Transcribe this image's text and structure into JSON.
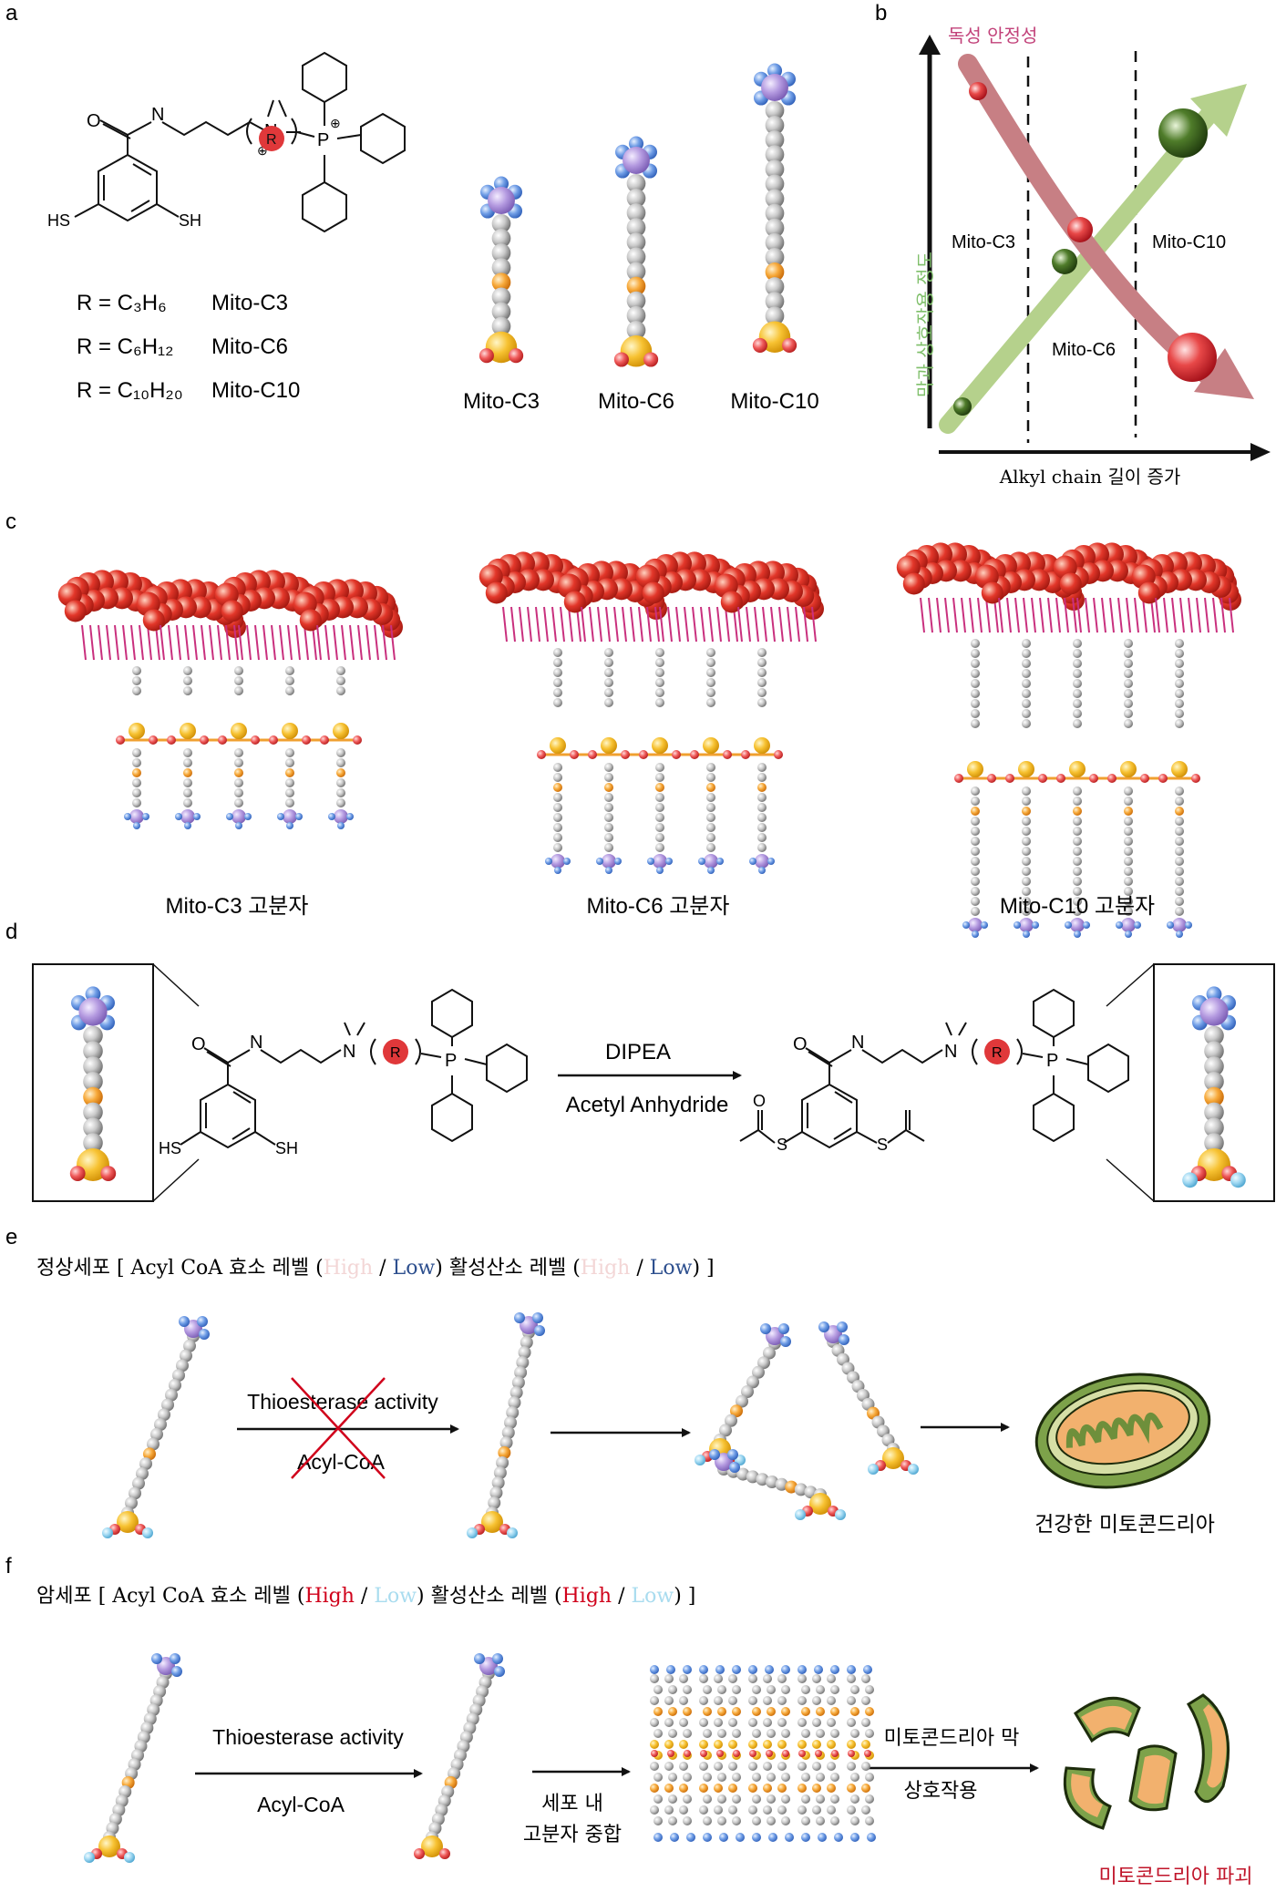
{
  "panels": {
    "a": "a",
    "b": "b",
    "c": "c",
    "d": "d",
    "e": "e",
    "f": "f"
  },
  "panel_a": {
    "substituents": {
      "ho": "O",
      "n": "N",
      "hs_left": "HS",
      "sh_right": "SH",
      "r": "R",
      "p": "P",
      "plus": "⊕"
    },
    "r_rows": [
      {
        "formula": "R = C₃H₆",
        "name": "Mito-C3"
      },
      {
        "formula": "R = C₆H₁₂",
        "name": "Mito-C6"
      },
      {
        "formula": "R = C₁₀H₂₀",
        "name": "Mito-C10"
      }
    ],
    "model_labels": [
      "Mito-C3",
      "Mito-C6",
      "Mito-C10"
    ]
  },
  "panel_b": {
    "top_label": "독성 안정성",
    "y_label": "막과 상호작용 정도",
    "x_label": "Alkyl chain 길이 증가",
    "regions": [
      "Mito-C3",
      "Mito-C6",
      "Mito-C10"
    ],
    "colors": {
      "toxicity": "#c77f84",
      "interaction": "#b5d18c",
      "top_label": "#c2427a",
      "y_label": "#7fbf6a"
    }
  },
  "panel_c": {
    "labels": [
      "Mito-C3 고분자",
      "Mito-C6 고분자",
      "Mito-C10 고분자"
    ]
  },
  "panel_d": {
    "reagent_top": "DIPEA",
    "reagent_bottom": "Acetyl Anhydride",
    "hs": "HS",
    "sh": "SH",
    "o": "O",
    "n": "N",
    "s": "S",
    "r": "R",
    "p": "P"
  },
  "panel_e": {
    "header": {
      "prefix": "정상세포 [ Acyl CoA 효소 레벨 (",
      "high1": "High",
      "sep1": " / ",
      "low1": "Low",
      "mid": ")  활성산소 레벨 (",
      "high2": "High",
      "sep2": " / ",
      "low2": "Low",
      "suffix": ") ]"
    },
    "arrow_top": "Thioesterase activity",
    "arrow_bottom": "Acyl-CoA",
    "result": "건강한 미토콘드리아",
    "colors": {
      "high": "#f3d6d6",
      "low": "#2d4f8e"
    }
  },
  "panel_f": {
    "header": {
      "prefix": "암세포  [ Acyl CoA 효소 레벨 (",
      "high1": "High",
      "sep1": " / ",
      "low1": "Low",
      "mid": ")  활성산소 레벨 (",
      "high2": "High",
      "sep2": " / ",
      "low2": "Low",
      "suffix": ") ]"
    },
    "arrow_top": "Thioesterase activity",
    "arrow_bottom": "Acyl-CoA",
    "step2_line1": "세포 내",
    "step2_line2": "고분자 중합",
    "step3_line1": "미토콘드리아 막",
    "step3_line2": "상호작용",
    "result": "미토콘드리아 파괴",
    "colors": {
      "high": "#d0021b",
      "low": "#a9dcef",
      "result": "#c0152a"
    }
  }
}
